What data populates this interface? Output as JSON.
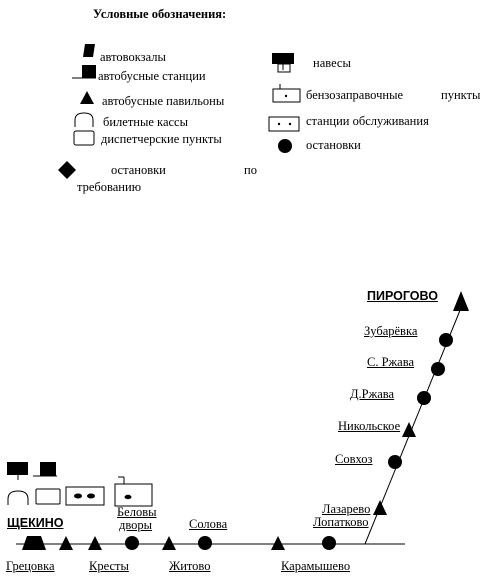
{
  "legend": {
    "title": "Условные обозначения:",
    "bus_terminals": "автовокзалы",
    "bus_stations": "автобусные станции",
    "bus_pavilions": "автобусные павильоны",
    "ticket_offices": "билетные кассы",
    "dispatch_points": "диспетчерские пункты",
    "request_stops_1": "остановки",
    "request_stops_2": "по",
    "request_stops_3": "требованию",
    "sheds": "навесы",
    "fuel_points_1": "бензозаправочные",
    "fuel_points_2": "пункты",
    "service_stations": "станции обслуживания",
    "stops": "остановки"
  },
  "route": {
    "start": "ЩЕКИНО",
    "end": "ПИРОГОВО",
    "lower_labels": [
      "Грецовка",
      "Кресты",
      "Житово",
      "Карамышево"
    ],
    "upper_labels": [
      "Беловы",
      "дворы",
      "Солова",
      "Лопатково",
      "Лазарево"
    ],
    "branch_labels": [
      "Совхоз",
      "Никольское",
      "Д.Ржава",
      "С. Ржава",
      "Зубарёвка"
    ]
  },
  "colors": {
    "ink": "#000000",
    "background": "#ffffff"
  }
}
